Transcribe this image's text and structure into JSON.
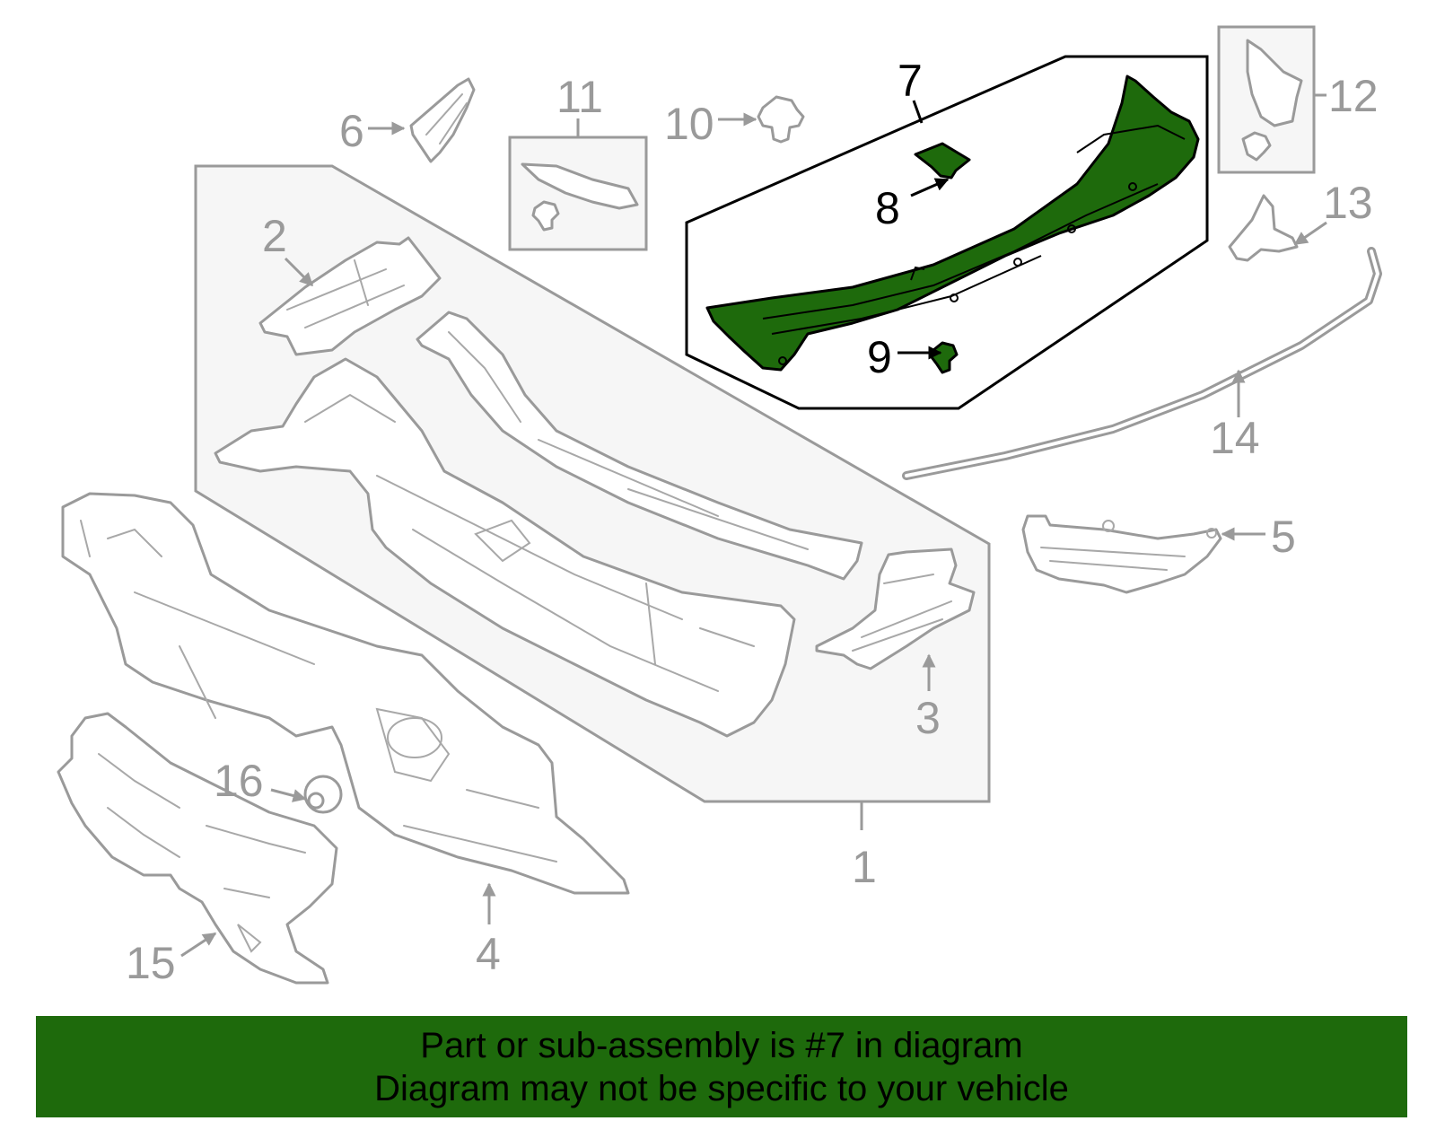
{
  "callouts": {
    "c1": "1",
    "c2": "2",
    "c3": "3",
    "c4": "4",
    "c5": "5",
    "c6": "6",
    "c7": "7",
    "c8": "8",
    "c9": "9",
    "c10": "10",
    "c11": "11",
    "c12": "12",
    "c13": "13",
    "c14": "14",
    "c15": "15",
    "c16": "16"
  },
  "colors": {
    "highlight_part": "#1e6a0c",
    "banner_background": "#1e6a0c",
    "outline_gray": "#9a9a9a",
    "group_fill": "#f6f6f6"
  },
  "banner": {
    "line1": "Part or sub-assembly is #7 in diagram",
    "line2": "Diagram may not be specific to your vehicle"
  }
}
